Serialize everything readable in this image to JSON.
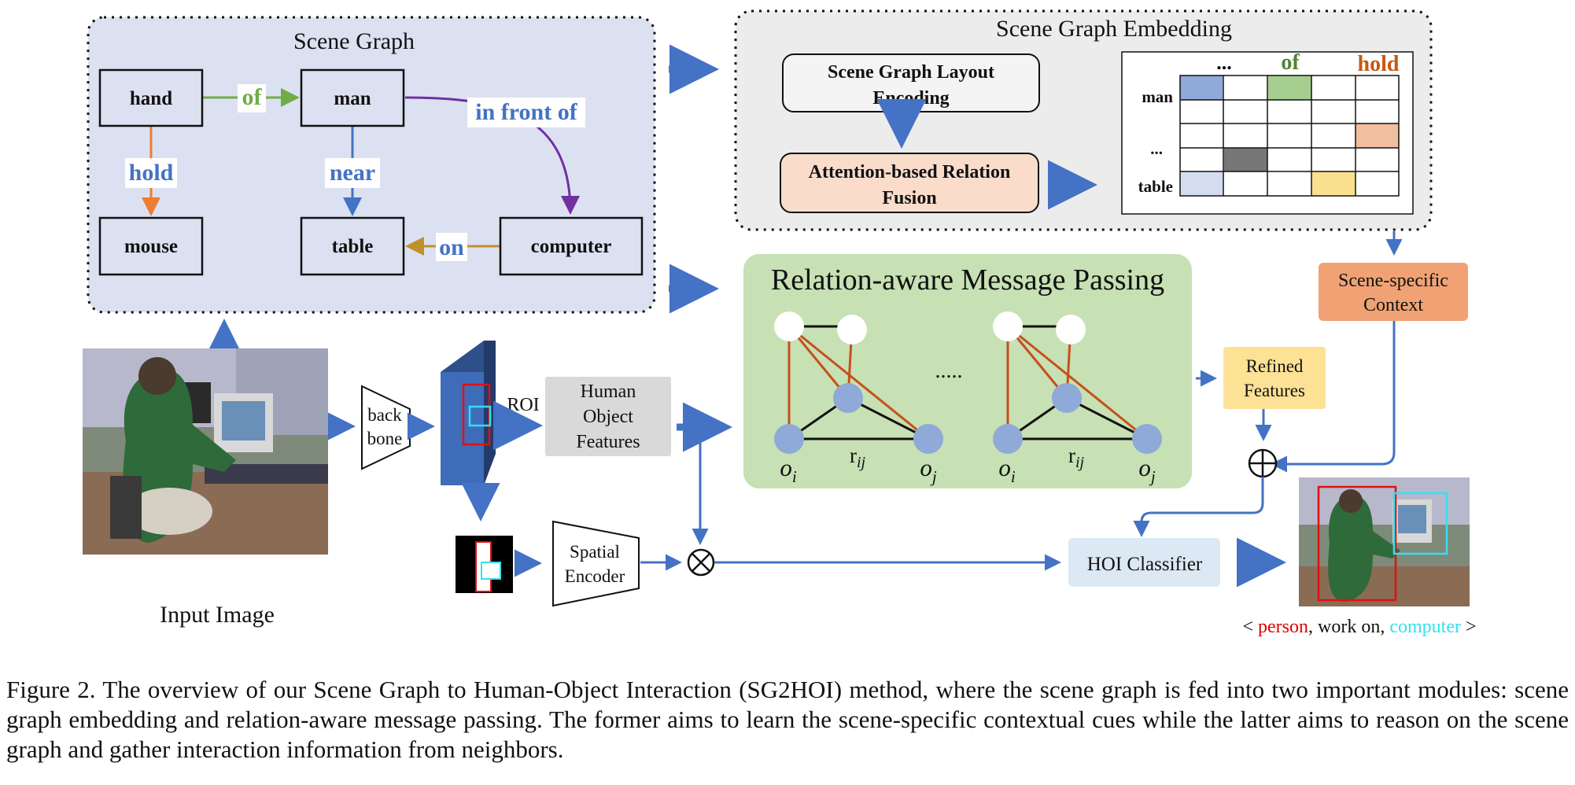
{
  "scene_graph": {
    "title": "Scene Graph",
    "nodes": {
      "hand": "hand",
      "man": "man",
      "mouse": "mouse",
      "table": "table",
      "computer": "computer"
    },
    "edges": {
      "of": "of",
      "in_front_of": "in front of",
      "hold": "hold",
      "near": "near",
      "on": "on"
    }
  },
  "embedding": {
    "title": "Scene Graph Embedding",
    "layout_encoding": "Scene Graph Layout Encoding",
    "layout_encoding_line1": "Scene Graph Layout",
    "layout_encoding_line2": "Encoding",
    "fusion_line1": "Attention-based Relation",
    "fusion_line2": "Fusion",
    "matrix": {
      "col_labels": [
        "...",
        "of",
        "hold"
      ],
      "row_labels": [
        "man",
        "...",
        "table"
      ],
      "colors": {
        "blue": "#8fa9d8",
        "green": "#a6cf8f",
        "orange": "#f2bea0",
        "gray": "#777777",
        "light_blue": "#d4dcef",
        "yellow": "#fbe08f"
      }
    }
  },
  "message_passing": {
    "title": "Relation-aware Message Passing",
    "ellipsis": ".....",
    "node_i": "o",
    "node_i_sub": "i",
    "node_j": "o",
    "node_j_sub": "j",
    "edge": "r",
    "edge_sub": "ij"
  },
  "pipeline": {
    "input_label": "Input Image",
    "backbone_line1": "back",
    "backbone_line2": "bone",
    "roi": "ROI",
    "features_line1": "Human",
    "features_line2": "Object",
    "features_line3": "Features",
    "spatial_line1": "Spatial",
    "spatial_line2": "Encoder",
    "context_line1": "Scene-specific",
    "context_line2": "Context",
    "refined_line1": "Refined",
    "refined_line2": "Features",
    "classifier": "HOI Classifier"
  },
  "output": {
    "open": "<",
    "person": "person",
    "sep1": ", work on, ",
    "computer": "computer",
    "close": ">"
  },
  "colors": {
    "arrow_blue": "#4472c4",
    "of_green": "#70ad47",
    "hold_orange": "#ed7d31",
    "near_blue": "#4472c4",
    "purple": "#7030a0",
    "gold": "#c0902a",
    "person_red": "#e00000",
    "computer_cyan": "#33e0f0"
  },
  "caption": "Figure 2. The overview of our Scene Graph to Human-Object Interaction (SG2HOI) method, where the scene graph is fed into two important modules: scene graph embedding and relation-aware message passing. The former aims to learn the scene-specific contextual cues while the latter aims to reason on the scene graph and gather interaction information from neighbors."
}
